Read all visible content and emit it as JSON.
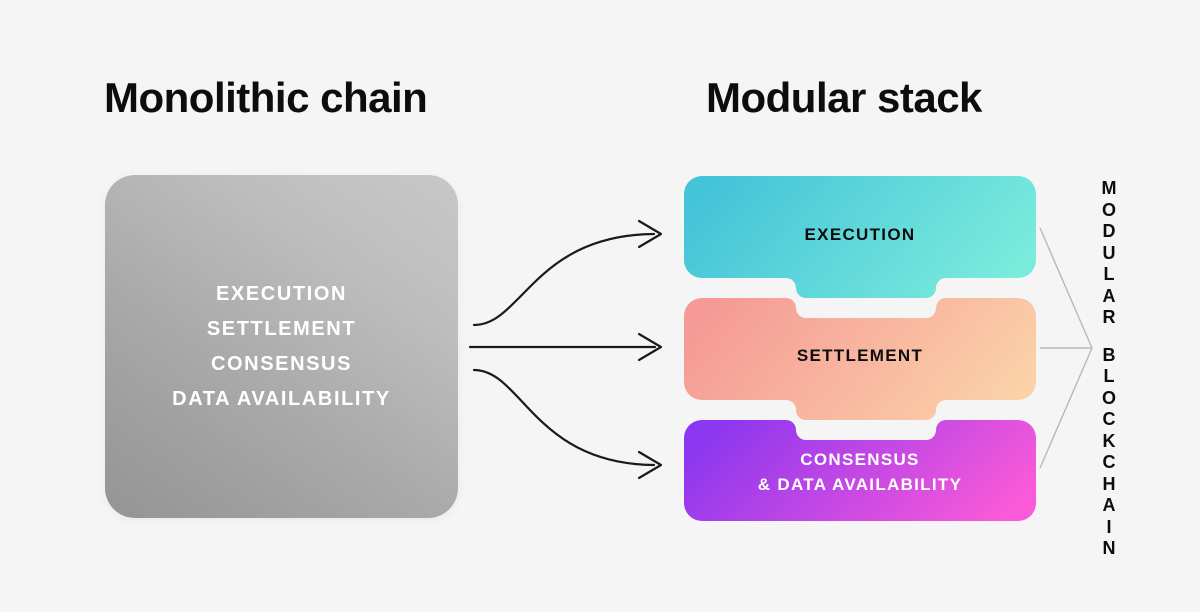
{
  "background_color": "#f5f5f5",
  "headings": {
    "left": "Monolithic chain",
    "right": "Modular stack"
  },
  "monolithic": {
    "name": "monolithic-chain-block",
    "gradient_from": "#c8c8c8",
    "gradient_to": "#949494",
    "text_color": "#ffffff",
    "layers": [
      "EXECUTION",
      "SETTLEMENT",
      "CONSENSUS",
      "DATA AVAILABILITY"
    ]
  },
  "arrows": {
    "color": "#1a1a1a",
    "count": 3,
    "items": [
      {
        "name": "arrow-to-execution",
        "shape": "curve-up"
      },
      {
        "name": "arrow-to-settlement",
        "shape": "straight"
      },
      {
        "name": "arrow-to-consensus",
        "shape": "curve-down"
      }
    ]
  },
  "modular_stack": {
    "pieces": [
      {
        "id": "execution",
        "label": "EXECUTION",
        "label_lines": [
          "EXECUTION"
        ],
        "gradient_from": "#45c3d8",
        "gradient_to": "#7becdc",
        "text_color": "#0d0d0d"
      },
      {
        "id": "settlement",
        "label": "SETTLEMENT",
        "label_lines": [
          "SETTLEMENT"
        ],
        "gradient_from": "#f59a96",
        "gradient_to": "#fbd2a8",
        "text_color": "#0d0d0d"
      },
      {
        "id": "consensus",
        "label": "CONSENSUS & DATA AVAILABILITY",
        "label_lines": [
          "CONSENSUS",
          "& DATA AVAILABILITY"
        ],
        "gradient_from": "#8b36f0",
        "gradient_to": "#fa5ad8",
        "text_color": "#ffffff"
      }
    ]
  },
  "side_caption": {
    "text": "MODULAR BLOCKCHAIN",
    "word_1": "MODULAR",
    "word_2": "BLOCKCHAIN",
    "color": "#0d0d0d",
    "line_color": "#b8b8b8"
  }
}
